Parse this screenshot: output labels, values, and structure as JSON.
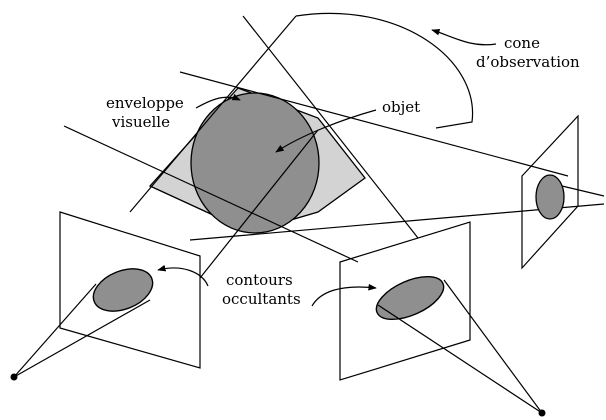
{
  "labels": {
    "cone_line1": "cone",
    "cone_line2": "d’observation",
    "hull_line1": "enveloppe",
    "hull_line2": "visuelle",
    "object": "objet",
    "contours_line1": "contours",
    "contours_line2": "occultants"
  },
  "colors": {
    "object_fill": "#8f8f8f",
    "hull_fill": "#d3d3d3",
    "silhouette_fill": "#8f8f8f",
    "stroke": "#000000"
  }
}
